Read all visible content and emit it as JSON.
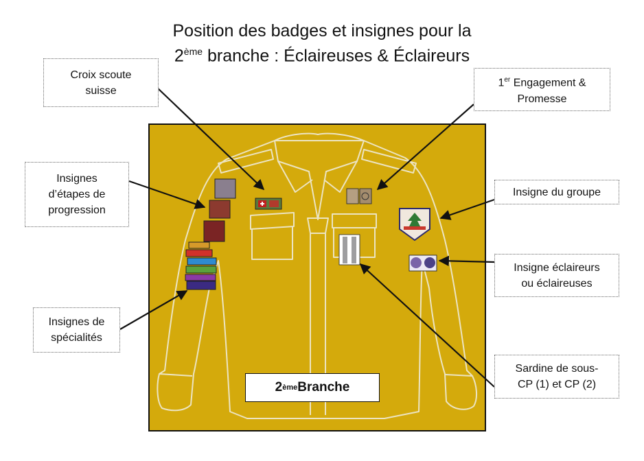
{
  "title": {
    "line1": "Position des badges et insignes pour la",
    "line2_prefix": "2",
    "line2_sup": "ème",
    "line2_rest": " branche : Éclaireuses & Éclaireurs"
  },
  "labels": {
    "croix": {
      "line1": "Croix scoute",
      "line2": "suisse"
    },
    "engagement": {
      "prefix": "1",
      "sup": "er",
      "rest": " Engagement &",
      "line2": "Promesse"
    },
    "etapes": {
      "line1": "Insignes",
      "line2": "d’étapes de",
      "line3": "progression"
    },
    "groupe": {
      "text": "Insigne du groupe"
    },
    "eclaireurs": {
      "line1": "Insigne éclaireurs",
      "line2": "ou éclaireuses"
    },
    "specialites": {
      "line1": "Insignes de",
      "line2": "spécialités"
    },
    "sardine": {
      "line1": "Sardine de sous-",
      "line2": "CP (1) et CP (2)"
    }
  },
  "branche_box": {
    "prefix": "2",
    "sup": "ème",
    "rest": " Branche"
  },
  "colors": {
    "panel": "#d4aa0c",
    "stitch": "#ece4c2",
    "arrow": "#111111"
  }
}
